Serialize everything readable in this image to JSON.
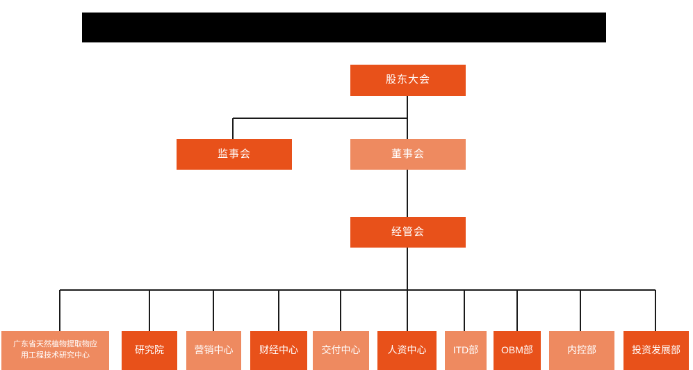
{
  "page": {
    "title_bar": {
      "name": "redacted-title-bar",
      "text": ""
    },
    "background_color": "#ffffff"
  },
  "colors": {
    "dark_orange": "#e8511a",
    "light_orange": "#ee8a60",
    "connector": "#1a1a1a",
    "label_text": "#ffffff",
    "redaction": "#000000"
  },
  "chart_data": {
    "type": "org-chart",
    "title": "",
    "levels": [
      {
        "level": 1,
        "nodes": [
          {
            "id": "shareholders",
            "label": "股东大会",
            "tone": "dark"
          }
        ]
      },
      {
        "level": 2,
        "nodes": [
          {
            "id": "supervisors",
            "label": "监事会",
            "tone": "dark"
          },
          {
            "id": "directors",
            "label": "董事会",
            "tone": "light"
          }
        ]
      },
      {
        "level": 3,
        "nodes": [
          {
            "id": "management",
            "label": "经管会",
            "tone": "dark"
          }
        ]
      },
      {
        "level": 4,
        "nodes": [
          {
            "id": "dept-0",
            "label": "广东省天然植物提取物应用工程技术研究中心",
            "tone": "light"
          },
          {
            "id": "dept-1",
            "label": "研究院",
            "tone": "dark"
          },
          {
            "id": "dept-2",
            "label": "营销中心",
            "tone": "light"
          },
          {
            "id": "dept-3",
            "label": "财经中心",
            "tone": "dark"
          },
          {
            "id": "dept-4",
            "label": "交付中心",
            "tone": "light"
          },
          {
            "id": "dept-5",
            "label": "人资中心",
            "tone": "dark"
          },
          {
            "id": "dept-6",
            "label": "ITD部",
            "tone": "light"
          },
          {
            "id": "dept-7",
            "label": "OBM部",
            "tone": "dark"
          },
          {
            "id": "dept-8",
            "label": "内控部",
            "tone": "light"
          },
          {
            "id": "dept-9",
            "label": "投资发展部",
            "tone": "dark"
          }
        ]
      }
    ],
    "edges": [
      {
        "from": "shareholders",
        "to": "supervisors"
      },
      {
        "from": "shareholders",
        "to": "directors"
      },
      {
        "from": "directors",
        "to": "management"
      },
      {
        "from": "management",
        "to": "dept-0"
      },
      {
        "from": "management",
        "to": "dept-1"
      },
      {
        "from": "management",
        "to": "dept-2"
      },
      {
        "from": "management",
        "to": "dept-3"
      },
      {
        "from": "management",
        "to": "dept-4"
      },
      {
        "from": "management",
        "to": "dept-5"
      },
      {
        "from": "management",
        "to": "dept-6"
      },
      {
        "from": "management",
        "to": "dept-7"
      },
      {
        "from": "management",
        "to": "dept-8"
      },
      {
        "from": "management",
        "to": "dept-9"
      }
    ]
  },
  "nodes": {
    "shareholders": {
      "label": "股东大会"
    },
    "supervisors": {
      "label": "监事会"
    },
    "directors": {
      "label": "董事会"
    },
    "management": {
      "label": "经管会"
    },
    "departments": [
      {
        "label_line1": "广东省天然植物提取物应",
        "label_line2": "用工程技术研究中心",
        "label": "广东省天然植物提取物应用工程技术研究中心"
      },
      {
        "label": "研究院"
      },
      {
        "label": "营销中心"
      },
      {
        "label": "财经中心"
      },
      {
        "label": "交付中心"
      },
      {
        "label": "人资中心"
      },
      {
        "label": "ITD部"
      },
      {
        "label": "OBM部"
      },
      {
        "label": "内控部"
      },
      {
        "label": "投资发展部"
      }
    ]
  }
}
